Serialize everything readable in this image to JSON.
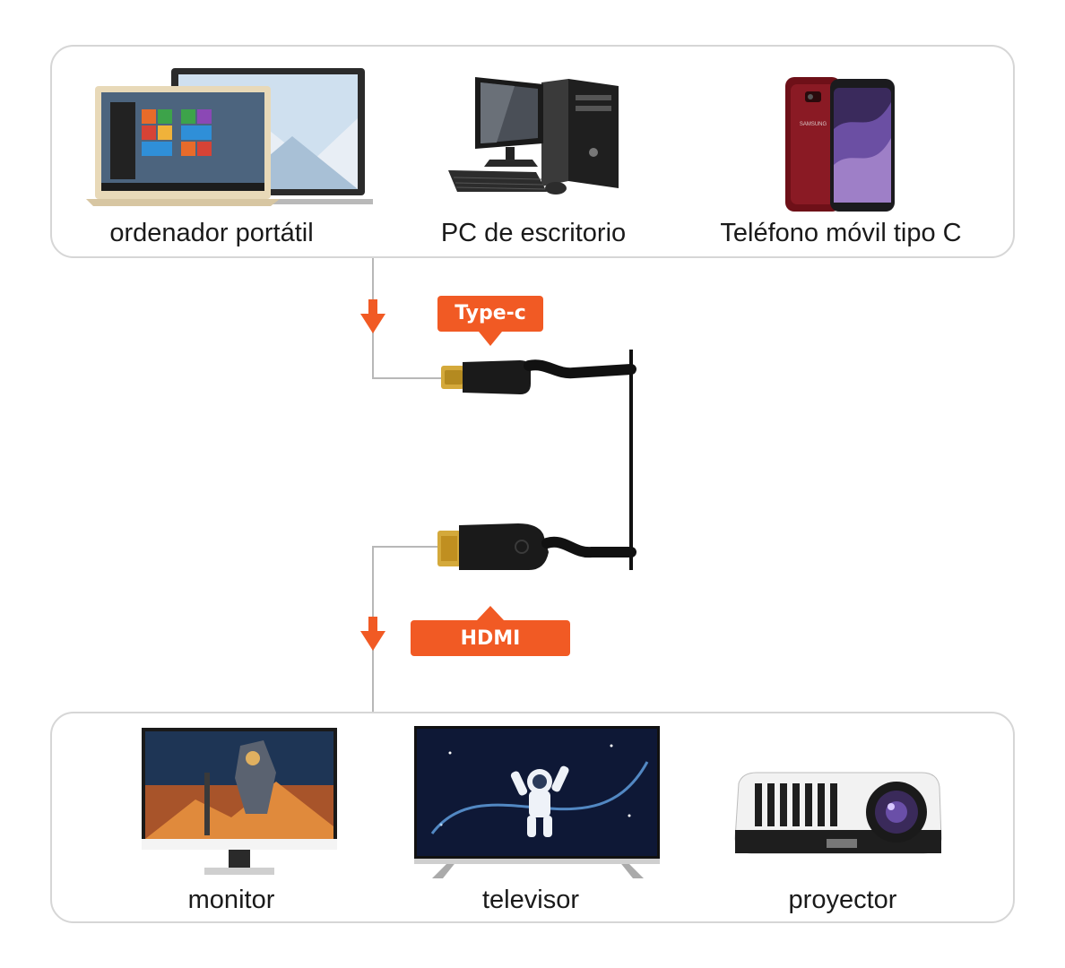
{
  "sources": {
    "laptop_label": "ordenador portátil",
    "desktop_label": "PC de escritorio",
    "phone_label": "Teléfono móvil tipo C",
    "phone_brand": "SAMSUNG"
  },
  "connectors": {
    "input_tag": "Type-c",
    "output_tag": "HDMI"
  },
  "outputs": {
    "monitor_label": "monitor",
    "tv_label": "televisor",
    "projector_label": "proyector"
  },
  "colors": {
    "accent": "#f15a24",
    "panel_border": "#d6d6d6",
    "text": "#1a1a1a"
  }
}
